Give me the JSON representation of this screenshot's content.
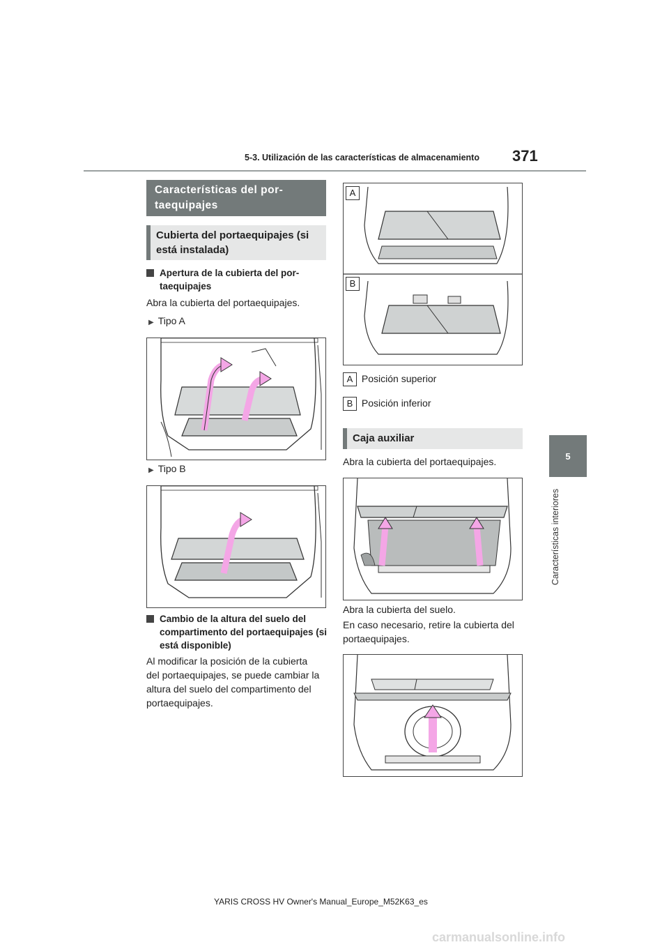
{
  "header": {
    "section": "5-3. Utilización de las características de almacenamiento",
    "page_number": "371"
  },
  "side_tab": {
    "number": "5",
    "label": "Características interiores"
  },
  "left": {
    "section_title": "Características del por-\ntaequipajes",
    "subsection": "Cubierta del portaequipajes (si está instalada)",
    "item1_title": "Apertura de la cubierta del por-\ntaequipajes",
    "item1_text": "Abra la cubierta del portaequipajes.",
    "type_a": "Tipo A",
    "type_b": "Tipo B",
    "item2_title": "Cambio de la altura del suelo del compartimento del portaequipajes (si está disponible)",
    "item2_text": "Al modificar la posición de la cubierta del portaequipajes, se puede cambiar la altura del suelo del compartimento del portaequipajes."
  },
  "right": {
    "fig_label_a": "A",
    "fig_label_b": "B",
    "legend_a_key": "A",
    "legend_a_text": "Posición superior",
    "legend_b_key": "B",
    "legend_b_text": "Posición inferior",
    "subsection": "Caja auxiliar",
    "text1": "Abra la cubierta del portaequipajes.",
    "text2": "Abra la cubierta del suelo.",
    "text3": "En caso necesario, retire la cubierta del portaequipajes."
  },
  "footer": "YARIS CROSS HV Owner's Manual_Europe_M52K63_es",
  "watermark": "carmanualsonline.info",
  "colors": {
    "tab_gray": "#737a7a",
    "subsection_bg": "#e6e7e7",
    "arrow_pink": "#f4a6e6"
  }
}
